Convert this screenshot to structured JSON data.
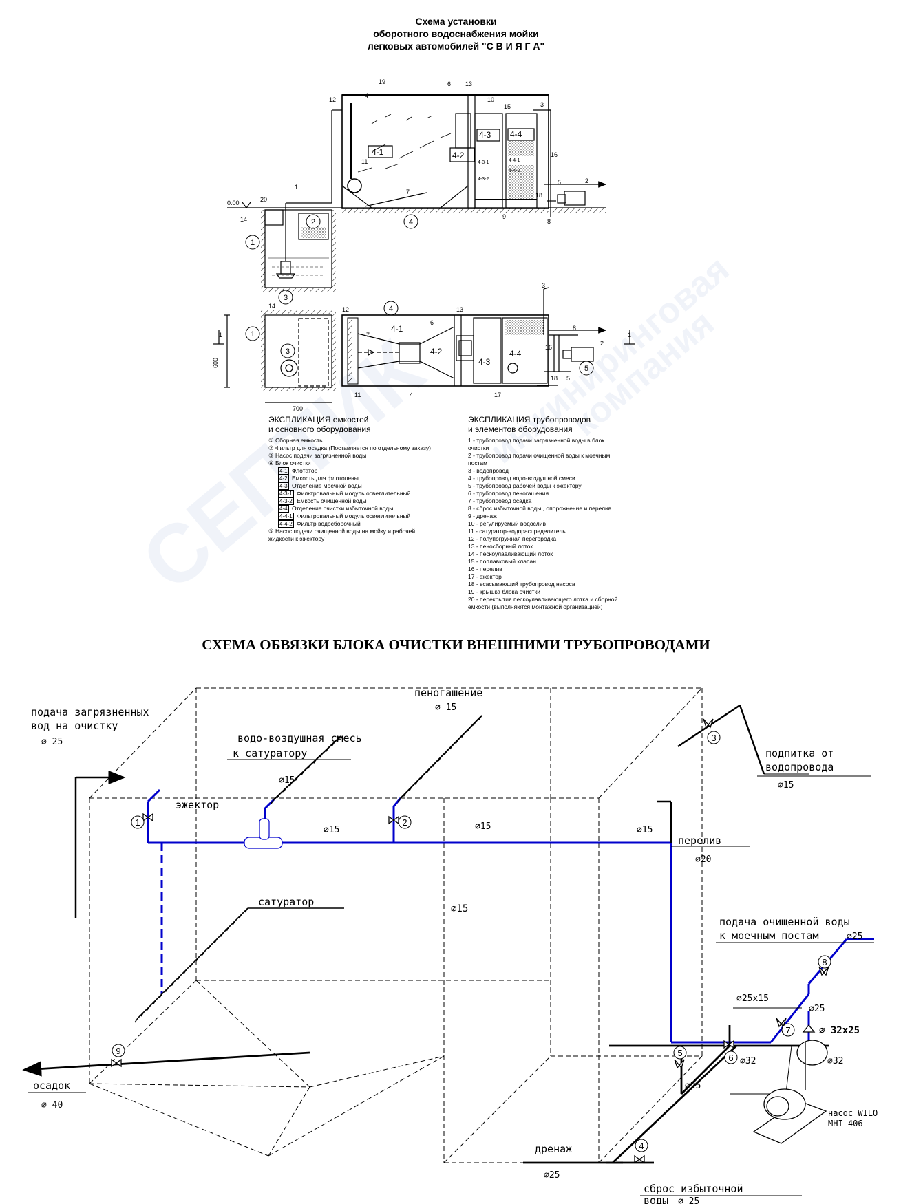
{
  "top": {
    "title_lines": [
      "Схема установки",
      "оборотного водоснабжения мойки",
      "легковых автомобилей \"С В И Я Г А\""
    ],
    "level_label": "0.00",
    "dim_600": "600",
    "dim_700": "700",
    "section_marks": [
      "1",
      "1"
    ],
    "nums": [
      "1",
      "2",
      "3",
      "4",
      "5",
      "6",
      "7",
      "8",
      "9",
      "10",
      "11",
      "12",
      "13",
      "14",
      "15",
      "16",
      "17",
      "18",
      "19",
      "20"
    ],
    "equip": [
      "4-1",
      "4-2",
      "4-3",
      "4-4",
      "4-3-1",
      "4-3-2",
      "4-4-1",
      "4-4-2"
    ],
    "circles": [
      "1",
      "2",
      "3",
      "4",
      "5"
    ]
  },
  "legend_left": {
    "header": [
      "ЭКСПЛИКАЦИЯ емкостей",
      "и основного оборудования"
    ],
    "items": [
      {
        "code": "①",
        "text": "Сборная емкость"
      },
      {
        "code": "②",
        "text": "Фильтр для осадка (Поставляется по отдельному заказу)"
      },
      {
        "code": "③",
        "text": "Насос подачи загрязненной воды"
      },
      {
        "code": "④",
        "text": "Блок очистки"
      },
      {
        "code": "4-1",
        "text": "Флотатор",
        "boxed": true
      },
      {
        "code": "4-2",
        "text": "Емкость для флотопены",
        "boxed": true
      },
      {
        "code": "4-3",
        "text": "Отделение моечной воды",
        "boxed": true
      },
      {
        "code": "4-3-1",
        "text": "Фильтровальный модуль осветлительный",
        "boxed": true
      },
      {
        "code": "4-3-2",
        "text": "Емкость очищенной воды",
        "boxed": true
      },
      {
        "code": "4-4",
        "text": "Отделение очистки избыточной воды",
        "boxed": true
      },
      {
        "code": "4-4-1",
        "text": "Фильтровальный модуль осветлительный",
        "boxed": true
      },
      {
        "code": "4-4-2",
        "text": "Фильтр водосборочный",
        "boxed": true
      },
      {
        "code": "⑤",
        "text": "Насос подачи очищенной воды на мойку и рабочей"
      },
      {
        "code": "",
        "text": "жидкости к эжектору"
      }
    ]
  },
  "legend_right": {
    "header": [
      "ЭКСПЛИКАЦИЯ трубопроводов",
      "и элементов оборудования"
    ],
    "items": [
      "1 - трубопровод подачи загрязненной воды в блок",
      "очистки",
      "2 - трубопровод подачи очищенной воды к моечным",
      "постам",
      "3 - водопровод",
      "4 - трубопровод водо-воздушной смеси",
      "5 - трубопровод рабочей воды к эжектору",
      "6 - трубопровод пеногашения",
      "7 - трубопровод осадка",
      "8 - сброс избыточной воды , опорожнение и перелив",
      "9 - дренаж",
      "10 - регулируемый водослив",
      "11 - сатуратор-водораспределитель",
      "12 - полупогружная перегородка",
      "13 - пеносборный лоток",
      "14 - пескоулавливающий лоток",
      "15 - поплавковый клапан",
      "16 - перелив",
      "17 - эжектор",
      "18 - всасывающий трубопровод насоса",
      "19 - крышка блока очистки",
      "20 - перекрытия пескоулавливающего лотка и сборной",
      "емкости (выполняются монтажной организацией)"
    ]
  },
  "bottom": {
    "title": "СХЕМА ОБВЯЗКИ БЛОКА ОЧИСТКИ ВНЕШНИМИ ТРУБОПРОВОДАМИ",
    "labels": {
      "supply_line1": "подача загрязненных",
      "supply_line2": "вод на очистку",
      "supply_d": "∅ 25",
      "foam": "пеногашение",
      "foam_d": "∅ 15",
      "airmix_line1": "водо-воздушная смесь",
      "airmix_line2": "к сатуратору",
      "airmix_d": "∅15",
      "ejector": "эжектор",
      "d15_a": "∅15",
      "d15_b": "∅15",
      "d15_c": "∅15",
      "d15_center": "∅15",
      "overflow": "перелив",
      "overflow_d": "∅20",
      "makeup_line1": "подпитка от",
      "makeup_line2": "водопровода",
      "makeup_d": "∅15",
      "saturator": "сатуратор",
      "clean_line1": "подача очищенной воды",
      "clean_line2": "к моечным постам",
      "clean_d": "∅25",
      "reducer": "∅25х15",
      "d25_right": "∅25",
      "d32x25": "∅ 32х25",
      "d32_a": "∅32",
      "d32_b": "∅32",
      "d25_v5": "∅25",
      "pump_line1": "насос WILO",
      "pump_line2": "MHI 406",
      "drain": "дренаж",
      "drain_d": "∅25",
      "sludge": "осадок",
      "sludge_d": "∅ 40",
      "excess_line1": "сброс избыточной",
      "excess_line2": "воды",
      "excess_d": "∅ 25"
    },
    "valves": [
      "1",
      "2",
      "3",
      "4",
      "5",
      "6",
      "7",
      "8",
      "9"
    ]
  },
  "watermark": [
    "СЕПТИК",
    "инжиниринговая",
    "компания"
  ],
  "colors": {
    "pipe_blue": "#0000cc",
    "line": "#000000",
    "watermark": "#b4c8e6"
  }
}
